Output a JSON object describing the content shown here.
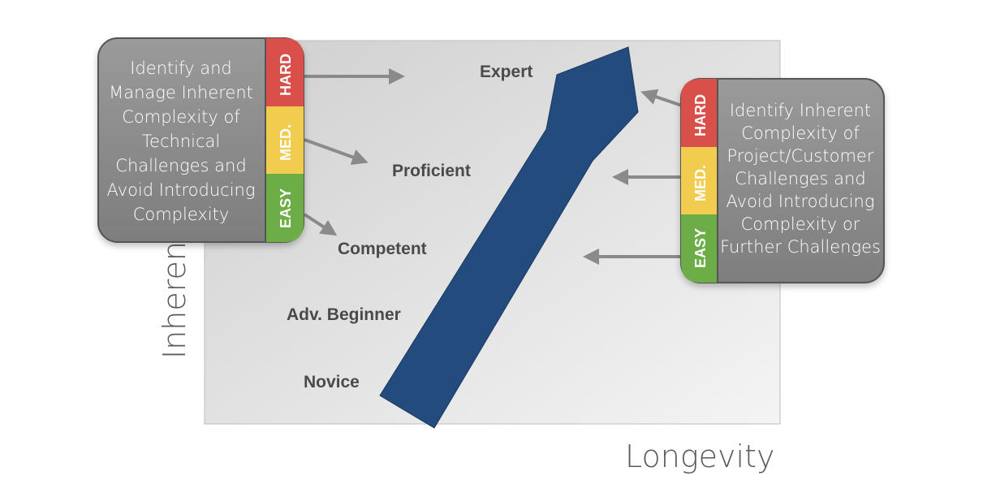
{
  "axes": {
    "x_label": "Longevity",
    "y_label": "Inherent"
  },
  "levels": {
    "expert": "Expert",
    "proficient": "Proficient",
    "competent": "Competent",
    "adv_beginner": "Adv. Beginner",
    "novice": "Novice"
  },
  "left_panel": {
    "lines": [
      "Identify and",
      "Manage Inherent",
      "Complexity of",
      "Technical",
      "Challenges and",
      "Avoid Introducing",
      "Complexity"
    ],
    "difficulty": {
      "hard": "HARD",
      "medium": "MED.",
      "easy": "EASY"
    }
  },
  "right_panel": {
    "lines": [
      "Identify Inherent",
      "Complexity of",
      "Project/Customer",
      "Challenges and",
      "Avoid Introducing",
      "Complexity or",
      "Further Challenges"
    ],
    "difficulty": {
      "hard": "HARD",
      "medium": "MED.",
      "easy": "EASY"
    }
  },
  "colors": {
    "hard": "#d9504a",
    "medium": "#f2cc4e",
    "easy": "#6cad46",
    "arrow": "#234b7d",
    "panel": "#8c8c8c",
    "connector": "#8a8a8a"
  }
}
